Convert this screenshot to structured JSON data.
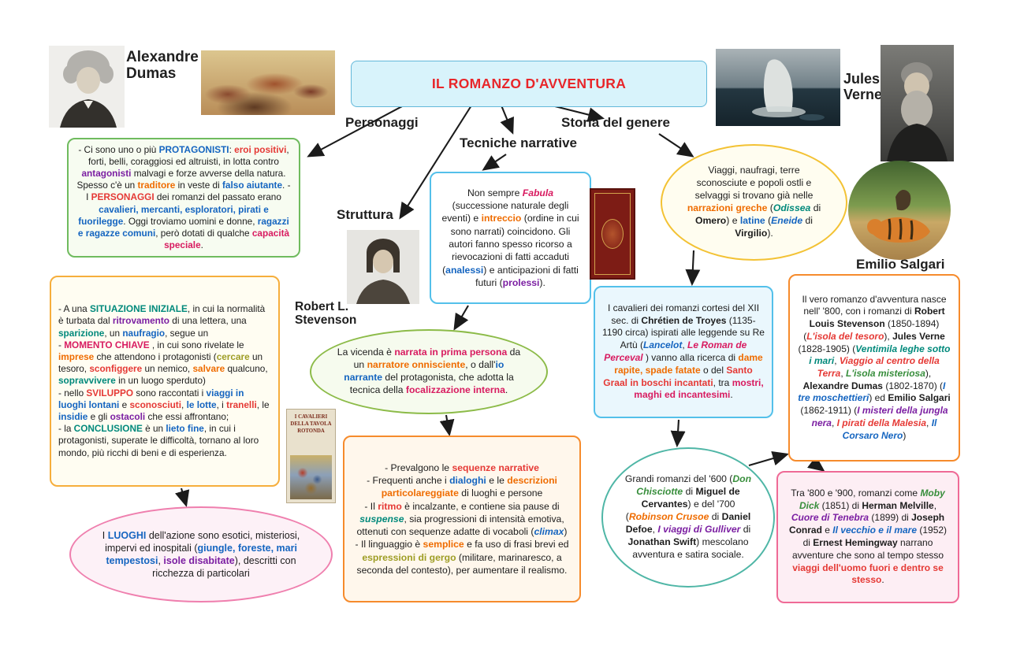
{
  "title": "IL ROMANZO D'AVVENTURA",
  "branches": {
    "personaggi": "Personaggi",
    "tecniche": "Tecniche narrative",
    "storia": "Storia del genere",
    "struttura": "Struttura"
  },
  "authors": {
    "dumas": "Alexandre\nDumas",
    "verne": "Jules\nVerne",
    "salgari": "Emilio Salgari",
    "stevenson": "Robert L.\nStevenson"
  },
  "covers": {
    "tavola_rotonda_title": "I CAVALIERI DELLA TAVOLA ROTONDA"
  },
  "palette": {
    "title_red": "#e8262a",
    "title_box_bg": "#d8f3fb",
    "title_box_border": "#62b8d9",
    "green_border": "#6fbb5e",
    "cyan_border": "#53c0ea",
    "yellow_border": "#f3c234",
    "orange_border": "#f68b2c",
    "pink_border": "#ef7fae",
    "teal_border": "#4fb6a6",
    "kw_blue": "#1565c0",
    "kw_red": "#e53935",
    "kw_purple": "#7b1fa2",
    "kw_magenta": "#d81b60",
    "kw_orange": "#ef6c00",
    "kw_teal": "#00897b",
    "kw_green": "#388e3c",
    "kw_olive": "#9e9d24"
  },
  "boxes": {
    "personaggi": [
      {
        "t": "- Ci sono uno o più "
      },
      {
        "t": "PROTAGONISTI",
        "c": "#1565c0",
        "b": 1
      },
      {
        "t": ": "
      },
      {
        "t": "eroi positivi",
        "c": "#e53935",
        "b": 1
      },
      {
        "t": ", forti, belli, coraggiosi ed altruisti, in lotta contro "
      },
      {
        "t": "antagonisti",
        "c": "#7b1fa2",
        "b": 1
      },
      {
        "t": " malvagi e forze avverse della natura. Spesso c'è un "
      },
      {
        "t": "traditore",
        "c": "#ef6c00",
        "b": 1
      },
      {
        "t": " in veste di "
      },
      {
        "t": "falso aiutante",
        "c": "#1565c0",
        "b": 1
      },
      {
        "t": ". - I "
      },
      {
        "t": "PERSONAGGI",
        "c": "#e53935",
        "b": 1
      },
      {
        "t": " dei romanzi del passato erano "
      },
      {
        "t": "cavalieri, mercanti, esploratori, pirati e fuorilegge",
        "c": "#1565c0",
        "b": 1
      },
      {
        "t": ". Oggi troviamo uomini e donne, "
      },
      {
        "t": "ragazzi e ragazze comuni",
        "c": "#1565c0",
        "b": 1
      },
      {
        "t": ", però dotati di qualche "
      },
      {
        "t": "capacità speciale",
        "c": "#d81b60",
        "b": 1
      },
      {
        "t": "."
      }
    ],
    "tecniche": [
      {
        "t": "Non sempre "
      },
      {
        "t": "Fabula",
        "c": "#d81b60",
        "b": 1,
        "i": 1
      },
      {
        "t": " (successione naturale degli eventi) e "
      },
      {
        "t": "intreccio",
        "c": "#ef6c00",
        "b": 1
      },
      {
        "t": " (ordine in cui sono narrati) coincidono. Gli autori fanno spesso ricorso a rievocazioni di fatti accaduti ("
      },
      {
        "t": "analessi",
        "c": "#1565c0",
        "b": 1
      },
      {
        "t": ") e anticipazioni di fatti futuri ("
      },
      {
        "t": "prolessi",
        "c": "#7b1fa2",
        "b": 1
      },
      {
        "t": ")."
      }
    ],
    "storia": [
      {
        "t": "Viaggi, naufragi, terre sconosciute e popoli ostli e selvaggi si trovano già nelle "
      },
      {
        "t": "narrazioni greche",
        "c": "#ef6c00",
        "b": 1
      },
      {
        "t": " ("
      },
      {
        "t": "Odissea",
        "c": "#00897b",
        "b": 1,
        "i": 1
      },
      {
        "t": " di "
      },
      {
        "t": "Omero",
        "b": 1
      },
      {
        "t": ") e "
      },
      {
        "t": "latine",
        "c": "#1565c0",
        "b": 1
      },
      {
        "t": " ("
      },
      {
        "t": "Eneide",
        "c": "#1565c0",
        "b": 1,
        "i": 1
      },
      {
        "t": " di "
      },
      {
        "t": "Virgilio",
        "b": 1
      },
      {
        "t": ")."
      }
    ],
    "struttura": [
      {
        "t": "- A una "
      },
      {
        "t": "SITUAZIONE INIZIALE",
        "c": "#00897b",
        "b": 1
      },
      {
        "t": ", in cui la normalità è turbata dal "
      },
      {
        "t": "ritrovamento",
        "c": "#7b1fa2",
        "b": 1
      },
      {
        "t": " di una lettera, una "
      },
      {
        "t": "sparizione",
        "c": "#00897b",
        "b": 1
      },
      {
        "t": ", un "
      },
      {
        "t": "naufragio",
        "c": "#1565c0",
        "b": 1
      },
      {
        "t": ", segue un\n- "
      },
      {
        "t": "MOMENTO CHIAVE",
        "c": "#d81b60",
        "b": 1
      },
      {
        "t": " , in cui sono rivelate le "
      },
      {
        "t": "imprese",
        "c": "#ef6c00",
        "b": 1
      },
      {
        "t": " che attendono i protagonisti ("
      },
      {
        "t": "cercare",
        "c": "#9e9d24",
        "b": 1
      },
      {
        "t": " un tesoro, "
      },
      {
        "t": "sconfiggere",
        "c": "#e53935",
        "b": 1
      },
      {
        "t": " un nemico, "
      },
      {
        "t": "salvare",
        "c": "#ef6c00",
        "b": 1
      },
      {
        "t": " qualcuno, "
      },
      {
        "t": "sopravvivere",
        "c": "#00897b",
        "b": 1
      },
      {
        "t": " in un luogo sperduto)\n- nello "
      },
      {
        "t": "SVILUPPO",
        "c": "#e53935",
        "b": 1
      },
      {
        "t": " sono raccontati i "
      },
      {
        "t": "viaggi in luoghi lontani",
        "c": "#1565c0",
        "b": 1
      },
      {
        "t": " e "
      },
      {
        "t": "sconosciuti",
        "c": "#e53935",
        "b": 1
      },
      {
        "t": ", "
      },
      {
        "t": "le lotte",
        "c": "#1565c0",
        "b": 1
      },
      {
        "t": ", i "
      },
      {
        "t": "tranelli",
        "c": "#e53935",
        "b": 1
      },
      {
        "t": ", le "
      },
      {
        "t": "insidie",
        "c": "#1565c0",
        "b": 1
      },
      {
        "t": " e gli "
      },
      {
        "t": "ostacoli",
        "c": "#7b1fa2",
        "b": 1
      },
      {
        "t": " che essi affrontano;\n- la "
      },
      {
        "t": "CONCLUSIONE",
        "c": "#00897b",
        "b": 1
      },
      {
        "t": " è un "
      },
      {
        "t": "lieto fine",
        "c": "#1565c0",
        "b": 1
      },
      {
        "t": ", in cui i protagonisti, superate le difficoltà, tornano al loro mondo, più ricchi di beni e di esperienza."
      }
    ],
    "narratore": [
      {
        "t": "La vicenda è "
      },
      {
        "t": "narrata in prima persona",
        "c": "#d81b60",
        "b": 1
      },
      {
        "t": " da un "
      },
      {
        "t": "narratore onnisciente",
        "c": "#ef6c00",
        "b": 1
      },
      {
        "t": ", o dall'"
      },
      {
        "t": "io narrante",
        "c": "#1565c0",
        "b": 1
      },
      {
        "t": " del protagonista, che adotta la tecnica della "
      },
      {
        "t": "focalizzazione interna",
        "c": "#d81b60",
        "b": 1
      },
      {
        "t": "."
      }
    ],
    "cavalieri": [
      {
        "t": "I cavalieri dei romanzi cortesi del XII sec. di "
      },
      {
        "t": "Chrétien de Troyes",
        "b": 1
      },
      {
        "t": " (1135-1190 circa) ispirati alle leggende su Re Artù ("
      },
      {
        "t": "Lancelot",
        "c": "#1565c0",
        "b": 1,
        "i": 1
      },
      {
        "t": ", "
      },
      {
        "t": "Le Roman de Perceval",
        "c": "#d81b60",
        "b": 1,
        "i": 1
      },
      {
        "t": " ) vanno alla ricerca di "
      },
      {
        "t": "dame rapite, spade fatate",
        "c": "#ef6c00",
        "b": 1
      },
      {
        "t": " o del "
      },
      {
        "t": "Santo Graal in boschi incantati",
        "c": "#e53935",
        "b": 1
      },
      {
        "t": ", tra "
      },
      {
        "t": "mostri, maghi ed incantesimi",
        "c": "#d81b60",
        "b": 1
      },
      {
        "t": "."
      }
    ],
    "vero_romanzo": [
      {
        "t": "Il vero romanzo d'avventura nasce nell' '800, con i romanzi di "
      },
      {
        "t": "Robert Louis Stevenson",
        "b": 1
      },
      {
        "t": " (1850-1894)("
      },
      {
        "t": "L'isola del tesoro",
        "c": "#e53935",
        "b": 1,
        "i": 1
      },
      {
        "t": "), "
      },
      {
        "t": "Jules Verne",
        "b": 1
      },
      {
        "t": " (1828-1905) ("
      },
      {
        "t": "Ventimila leghe sotto i mari",
        "c": "#00897b",
        "b": 1,
        "i": 1
      },
      {
        "t": ", "
      },
      {
        "t": "Viaggio al centro della Terra",
        "c": "#e53935",
        "b": 1,
        "i": 1
      },
      {
        "t": ", "
      },
      {
        "t": "L'isola misteriosa",
        "c": "#388e3c",
        "b": 1,
        "i": 1
      },
      {
        "t": "), "
      },
      {
        "t": "Alexandre Dumas",
        "b": 1
      },
      {
        "t": " (1802-1870) ("
      },
      {
        "t": "I tre moschettieri",
        "c": "#1565c0",
        "b": 1,
        "i": 1
      },
      {
        "t": ") ed "
      },
      {
        "t": "Emilio Salgari",
        "b": 1
      },
      {
        "t": " (1862-1911) ("
      },
      {
        "t": "I misteri della jungla nera",
        "c": "#7b1fa2",
        "b": 1,
        "i": 1
      },
      {
        "t": ", "
      },
      {
        "t": "I pirati della Malesia",
        "c": "#e53935",
        "b": 1,
        "i": 1
      },
      {
        "t": ", "
      },
      {
        "t": "Il Corsaro Nero",
        "c": "#1565c0",
        "b": 1,
        "i": 1
      },
      {
        "t": ")"
      }
    ],
    "sequenze": [
      {
        "t": "- Prevalgono le "
      },
      {
        "t": "sequenze narrative",
        "c": "#e53935",
        "b": 1
      },
      {
        "t": "\n- Frequenti anche i "
      },
      {
        "t": "dialoghi",
        "c": "#1565c0",
        "b": 1
      },
      {
        "t": " e le "
      },
      {
        "t": "descrizioni particolareggiate",
        "c": "#ef6c00",
        "b": 1
      },
      {
        "t": " di luoghi e persone\n- Il "
      },
      {
        "t": "ritmo",
        "c": "#e53935",
        "b": 1
      },
      {
        "t": " è incalzante, e contiene sia pause di "
      },
      {
        "t": "suspense",
        "c": "#00897b",
        "b": 1,
        "i": 1
      },
      {
        "t": ", sia progressioni di intensità emotiva, ottenuti con sequenze adatte di vocaboli ("
      },
      {
        "t": "climax",
        "c": "#1565c0",
        "b": 1,
        "i": 1
      },
      {
        "t": ")\n- Il linguaggio è "
      },
      {
        "t": "semplice",
        "c": "#ef6c00",
        "b": 1
      },
      {
        "t": " e fa uso di frasi brevi ed "
      },
      {
        "t": "espressioni di gergo",
        "c": "#9e9d24",
        "b": 1
      },
      {
        "t": " (militare, marinaresco, a seconda del contesto), per aumentare il realismo."
      }
    ],
    "luoghi": [
      {
        "t": "I "
      },
      {
        "t": "LUOGHI",
        "c": "#1565c0",
        "b": 1
      },
      {
        "t": " dell'azione sono esotici, misteriosi, impervi ed inospitali ("
      },
      {
        "t": "giungle, foreste, mari tempestosi",
        "c": "#1565c0",
        "b": 1
      },
      {
        "t": ", "
      },
      {
        "t": "isole disabitate",
        "c": "#7b1fa2",
        "b": 1
      },
      {
        "t": "), descritti con ricchezza di particolari"
      }
    ],
    "grandi_romanzi": [
      {
        "t": "Grandi romanzi del '600 ("
      },
      {
        "t": "Don Chisciotte",
        "c": "#388e3c",
        "b": 1,
        "i": 1
      },
      {
        "t": " di "
      },
      {
        "t": "Miguel de Cervantes",
        "b": 1
      },
      {
        "t": ") e del '700 ("
      },
      {
        "t": "Robinson Crusoe",
        "c": "#ef6c00",
        "b": 1,
        "i": 1
      },
      {
        "t": " di "
      },
      {
        "t": "Daniel Defoe",
        "b": 1
      },
      {
        "t": ", "
      },
      {
        "t": "I viaggi di Gulliver",
        "c": "#7b1fa2",
        "b": 1,
        "i": 1
      },
      {
        "t": " di "
      },
      {
        "t": "Jonathan Swift",
        "b": 1
      },
      {
        "t": ") mescolano avventura e satira sociale."
      }
    ],
    "otto_novecento": [
      {
        "t": "Tra '800 e '900, romanzi come "
      },
      {
        "t": "Moby Dick",
        "c": "#388e3c",
        "b": 1,
        "i": 1
      },
      {
        "t": " (1851) di "
      },
      {
        "t": "Herman Melville",
        "b": 1
      },
      {
        "t": ", "
      },
      {
        "t": "Cuore di Tenebra",
        "c": "#7b1fa2",
        "b": 1,
        "i": 1
      },
      {
        "t": " (1899) di "
      },
      {
        "t": "Joseph Conrad",
        "b": 1
      },
      {
        "t": " e "
      },
      {
        "t": "Il vecchio e il mare",
        "c": "#1565c0",
        "b": 1,
        "i": 1
      },
      {
        "t": " (1952) di "
      },
      {
        "t": "Ernest Hemingway",
        "b": 1
      },
      {
        "t": " narrano avventure che sono al tempo stesso "
      },
      {
        "t": "viaggi dell'uomo fuori e dentro se stesso",
        "c": "#e53935",
        "b": 1
      },
      {
        "t": "."
      }
    ]
  }
}
